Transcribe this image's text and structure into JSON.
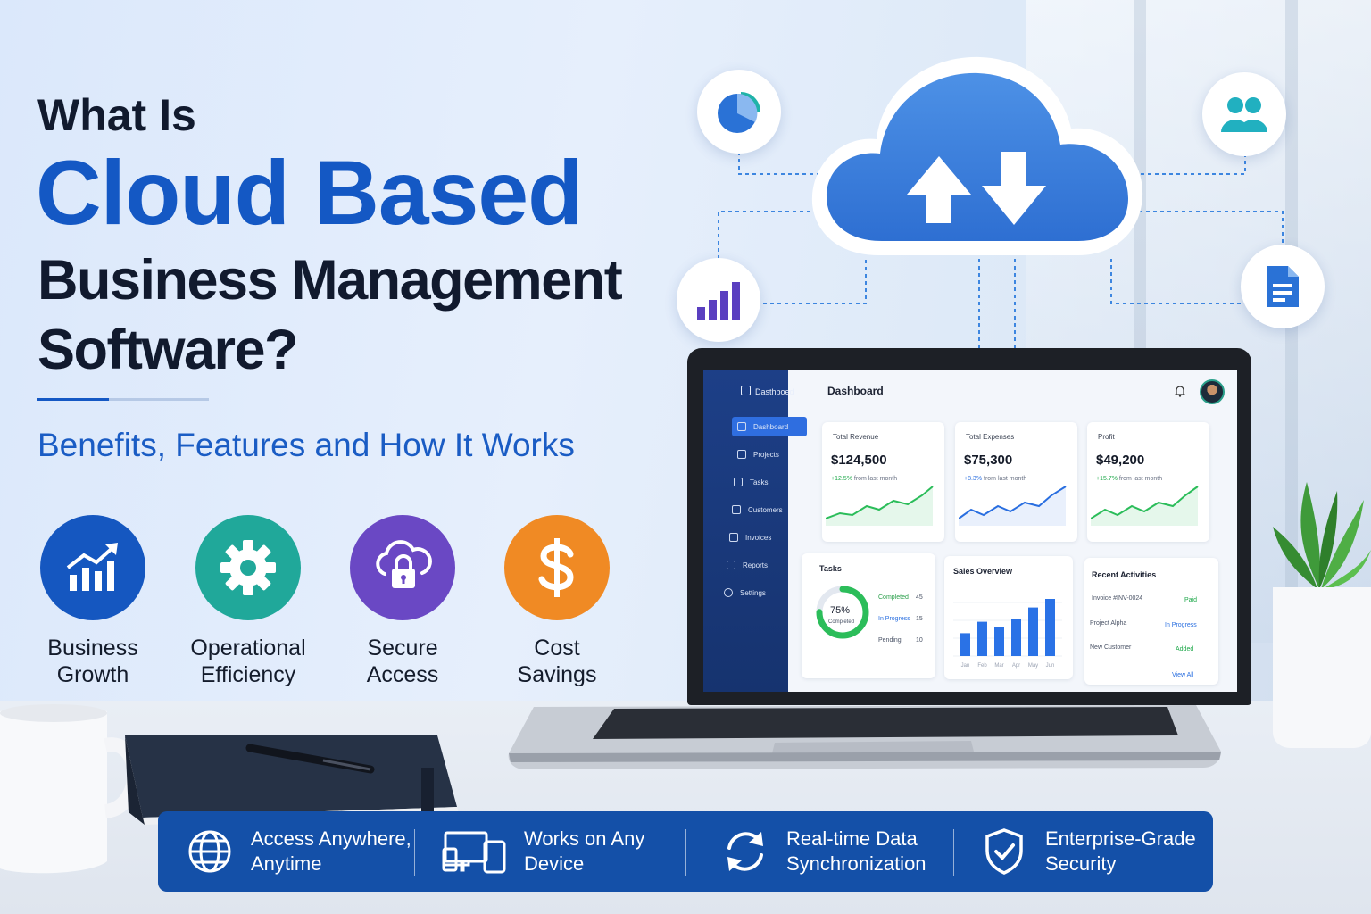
{
  "headline": {
    "line1": "What Is",
    "line2": "Cloud Based",
    "line3": "Business Management",
    "line4": "Software?",
    "subtitle": "Benefits, Features and How It Works"
  },
  "features": [
    {
      "line1": "Business",
      "line2": "Growth",
      "color": "#1557c0",
      "icon": "growth-chart-icon"
    },
    {
      "line1": "Operational",
      "line2": "Efficiency",
      "color": "#20a89a",
      "icon": "gear-icon"
    },
    {
      "line1": "Secure",
      "line2": "Access",
      "color": "#6a48c4",
      "icon": "cloud-lock-icon"
    },
    {
      "line1": "Cost",
      "line2": "Savings",
      "color": "#f08a24",
      "icon": "dollar-icon"
    }
  ],
  "dashboard": {
    "brand": "Dasthboed",
    "title": "Dashboard",
    "nav": [
      "Dashboard",
      "Projects",
      "Tasks",
      "Customers",
      "Invoices",
      "Reports",
      "Settings"
    ],
    "kpis": [
      {
        "title": "Total Revenue",
        "value": "$124,500",
        "delta": "+12.5%",
        "note": "from last month"
      },
      {
        "title": "Total Expenses",
        "value": "$75,300",
        "delta": "+8.3%",
        "note": "from last month"
      },
      {
        "title": "Profit",
        "value": "$49,200",
        "delta": "+15.7%",
        "note": "from last month"
      }
    ],
    "tasks": {
      "title": "Tasks",
      "percent": "75%",
      "percent_label": "Completed",
      "completion": 0.75,
      "rows": [
        {
          "label": "Completed",
          "value": "45"
        },
        {
          "label": "In Progress",
          "value": "15"
        },
        {
          "label": "Pending",
          "value": "10"
        }
      ]
    },
    "sales": {
      "title": "Sales Overview",
      "months": [
        "Jan",
        "Feb",
        "Mar",
        "Apr",
        "May",
        "Jun"
      ],
      "values": [
        40,
        60,
        50,
        65,
        85,
        100
      ]
    },
    "activities": {
      "title": "Recent Activities",
      "rows": [
        {
          "label": "Invoice #INV-0024",
          "status": "Paid"
        },
        {
          "label": "Project Alpha",
          "status": "In Progress"
        },
        {
          "label": "New Customer",
          "status": "Added"
        }
      ],
      "view_all": "View All"
    }
  },
  "banner": [
    {
      "line1": "Access Anywhere,",
      "line2": "Anytime",
      "icon": "globe-icon"
    },
    {
      "line1": "Works on Any",
      "line2": "Device",
      "icon": "devices-icon"
    },
    {
      "line1": "Real-time Data",
      "line2": "Synchronization",
      "icon": "sync-icon"
    },
    {
      "line1": "Enterprise-Grade",
      "line2": "Security",
      "icon": "shield-check-icon"
    }
  ]
}
